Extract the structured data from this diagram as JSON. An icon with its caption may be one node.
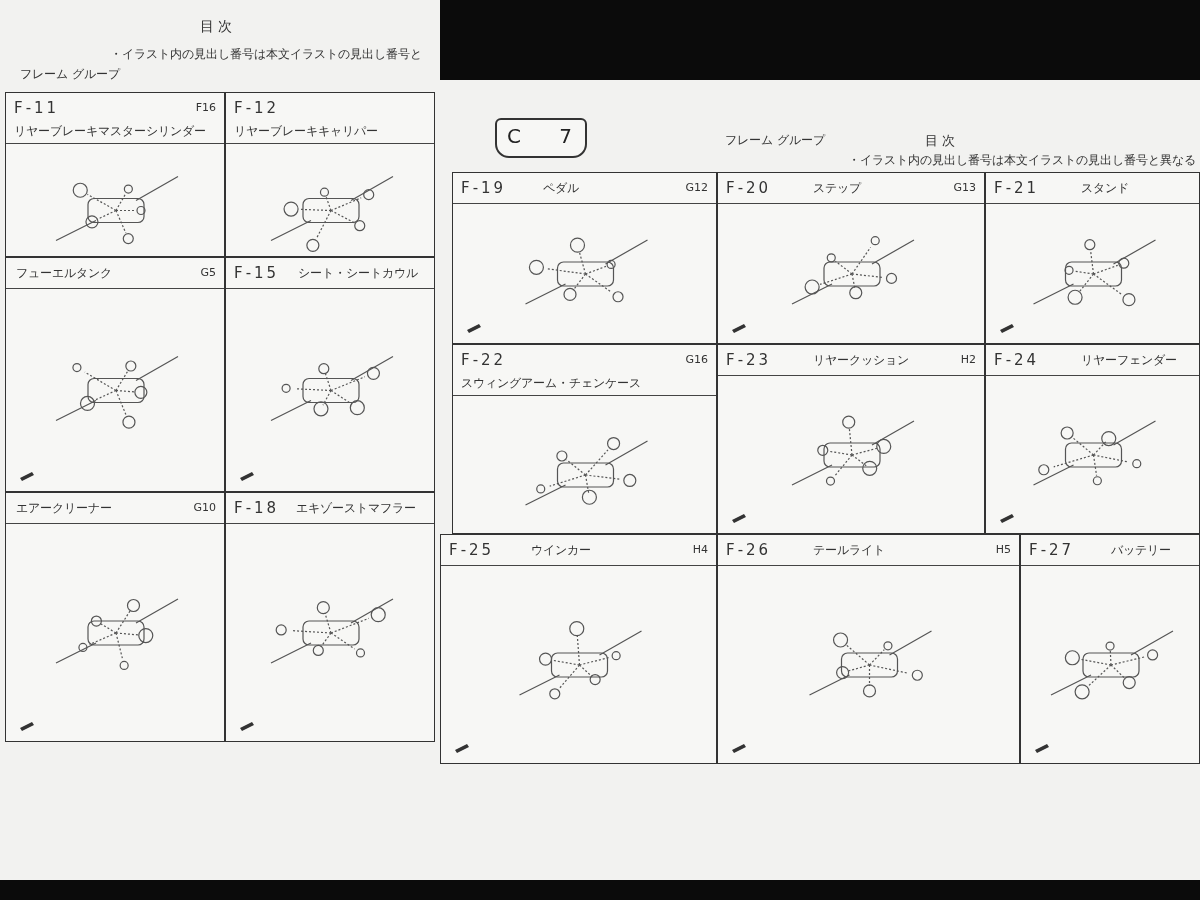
{
  "diagram": {
    "nodes": [
      {
        "text": [
          "F-11",
          "F16",
          "リヤーブレーキマスターシリンダー"
        ]
      },
      {
        "text": [
          "F-12",
          "リヤーブレーキキャリパー"
        ]
      },
      {
        "text": [
          "フューエルタンク",
          "G5"
        ]
      },
      {
        "text": [
          "F-15",
          "シート・シートカウル"
        ]
      },
      {
        "text": [
          "エアークリーナー",
          "G10"
        ]
      },
      {
        "text": [
          "F-18",
          "エキゾーストマフラー"
        ]
      },
      {
        "text": [
          "C 7"
        ]
      },
      {
        "text": [
          "F-19",
          "ペダル",
          "G12"
        ]
      },
      {
        "text": [
          "F-20",
          "ステップ",
          "G13"
        ]
      },
      {
        "text": [
          "F-21",
          "スタンド"
        ]
      },
      {
        "text": [
          "F-22",
          "G16",
          "スウィングアーム・チェンケース"
        ]
      },
      {
        "text": [
          "F-23",
          "リヤークッション",
          "H2"
        ]
      },
      {
        "text": [
          "F-24",
          "リヤーフェンダー"
        ]
      },
      {
        "text": [
          "F-25",
          "ウインカー",
          "H4"
        ]
      },
      {
        "text": [
          "F-26",
          "テールライト",
          "H5"
        ]
      },
      {
        "text": [
          "F-27",
          "バッテリー"
        ]
      }
    ],
    "labels": [
      "目 次",
      "・イラスト内の見出し番号は本文イラストの見出し番号と",
      "フレーム グループ",
      "フレーム グループ",
      "目 次",
      "・イラスト内の見出し番号は本文イラストの見出し番号と異なる"
    ]
  }
}
